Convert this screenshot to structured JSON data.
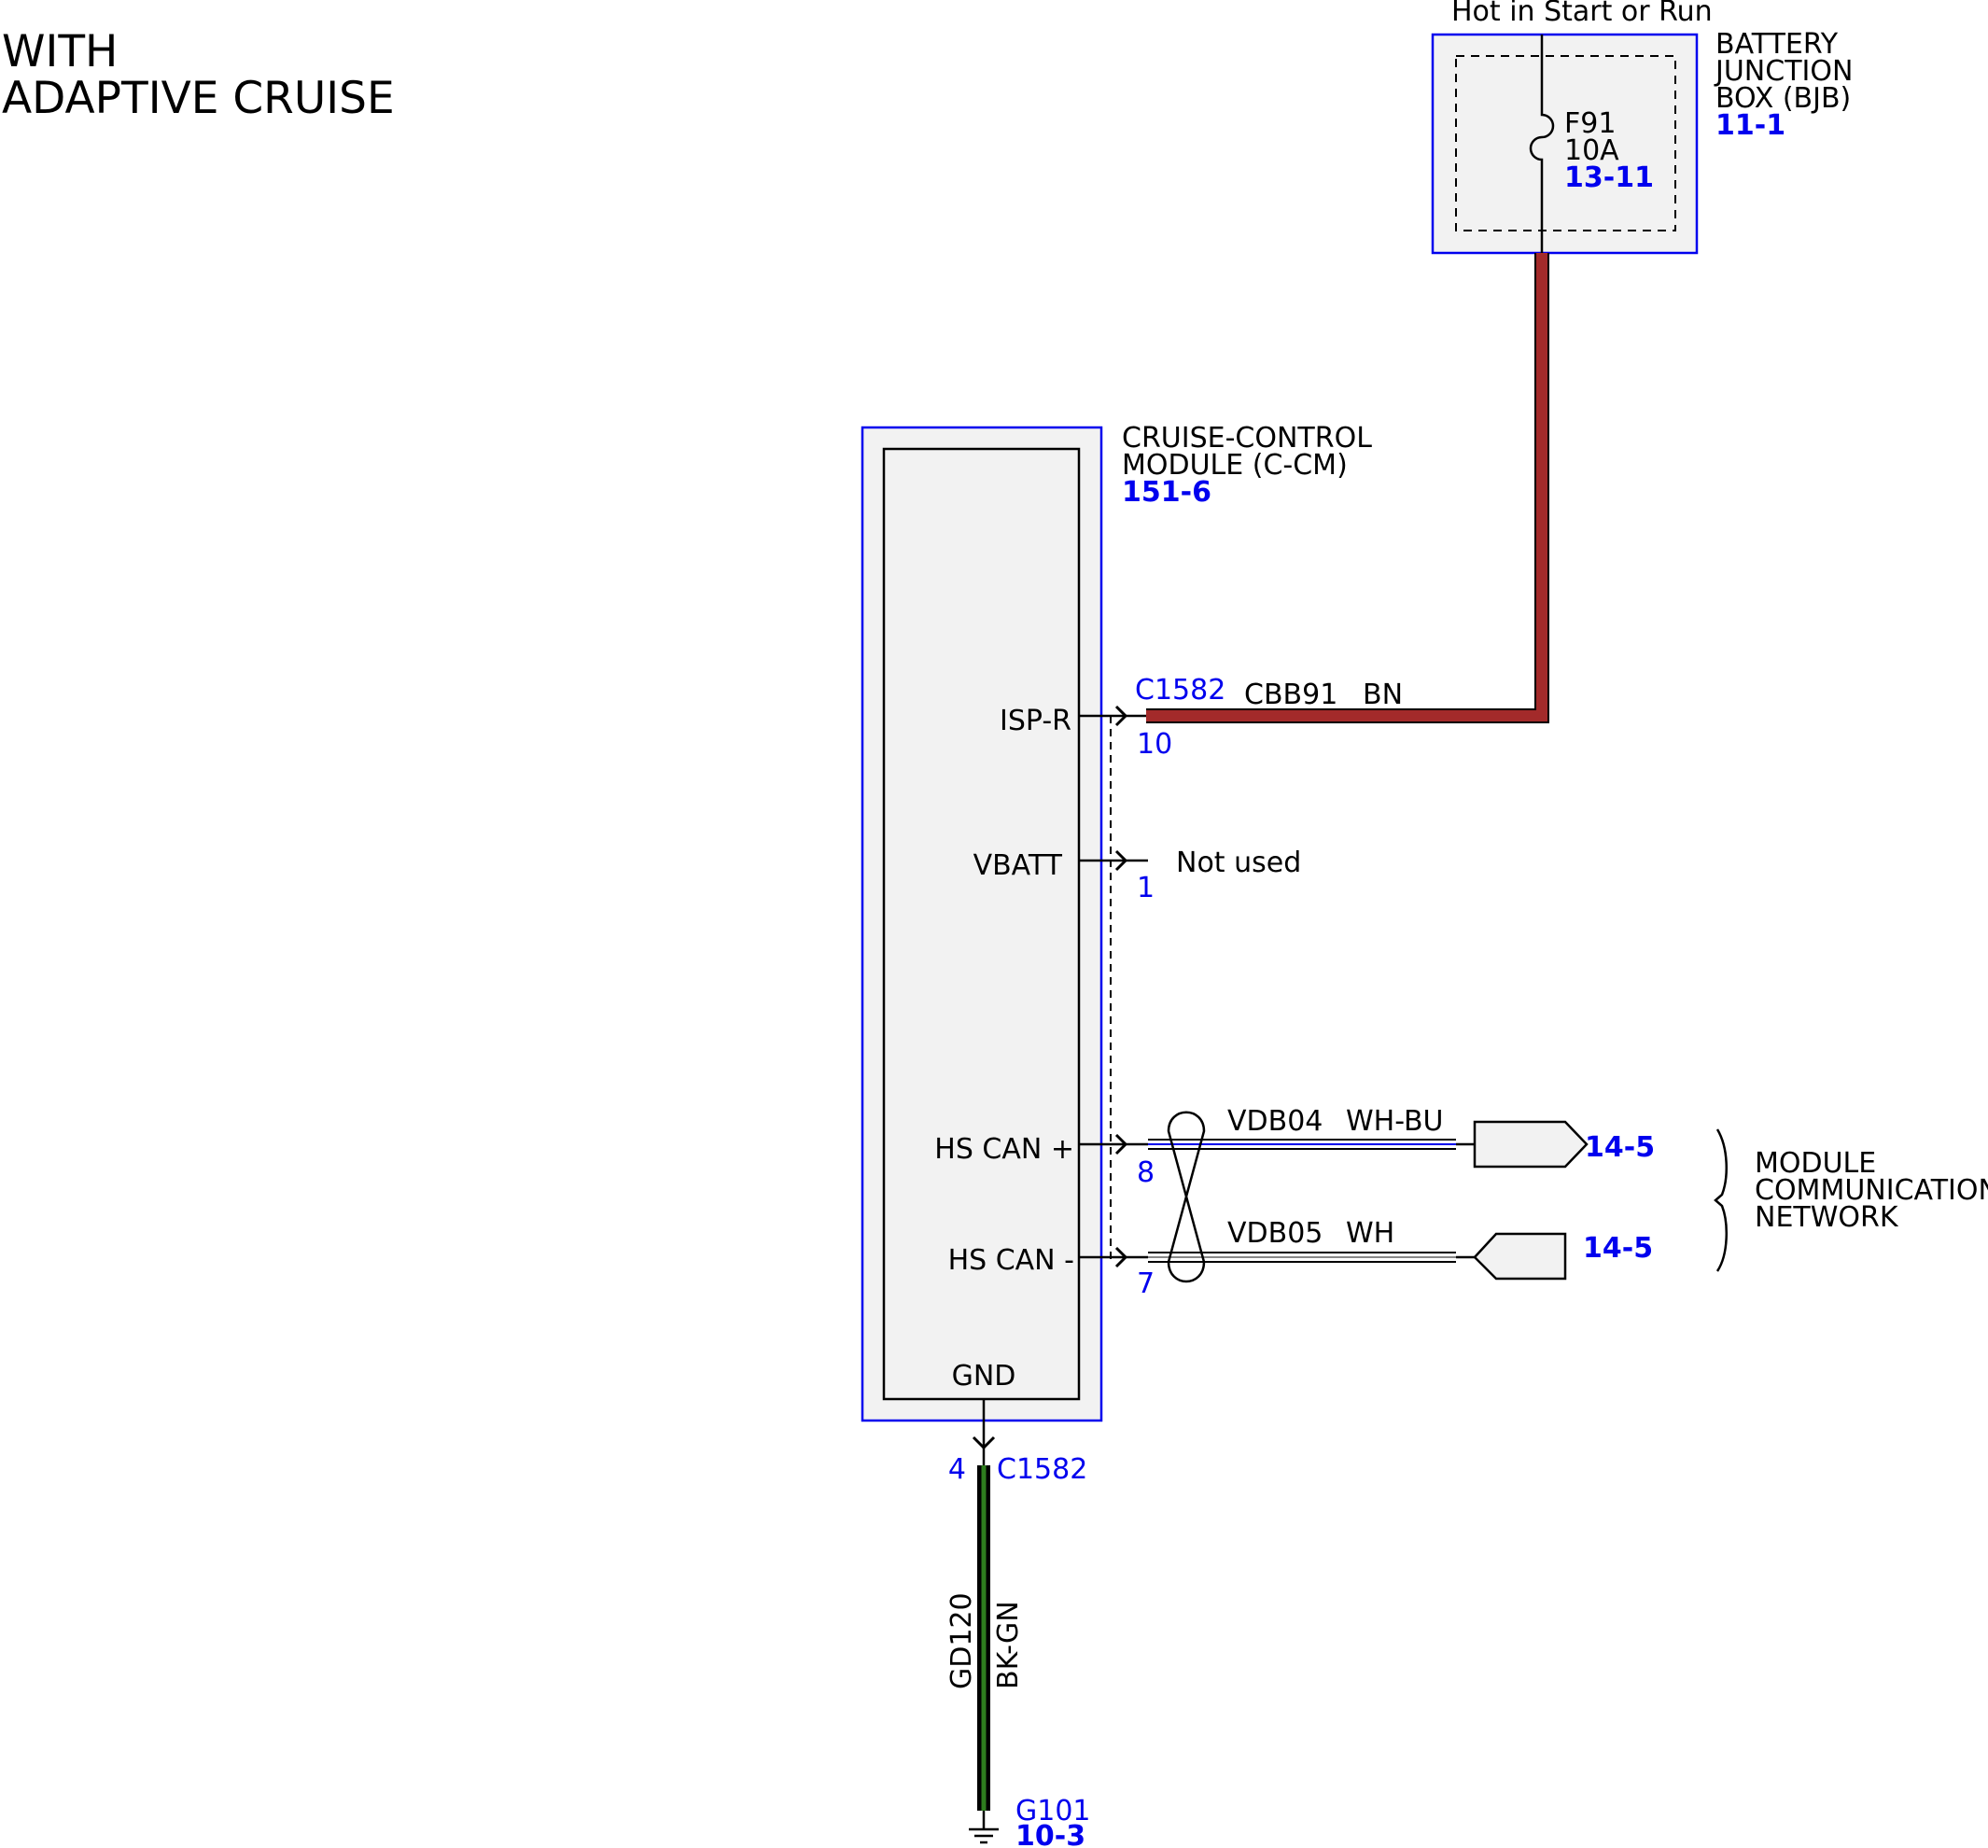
{
  "title": {
    "line1": "WITH",
    "line2": "ADAPTIVE CRUISE"
  },
  "power": {
    "label": "Hot in Start or Run"
  },
  "bjb": {
    "name_line1": "BATTERY",
    "name_line2": "JUNCTION",
    "name_line3": "BOX (BJB)",
    "ref": "11-1",
    "fuse_id": "F91",
    "fuse_rating": "10A",
    "fuse_ref": "13-11"
  },
  "module": {
    "name_line1": "CRUISE-CONTROL",
    "name_line2": "MODULE (C-CM)",
    "ref": "151-6",
    "connector": "C1582",
    "pins": [
      {
        "label": "ISP-R",
        "pin": "10"
      },
      {
        "label": "VBATT",
        "pin": "1"
      },
      {
        "label": "HS CAN +",
        "pin": "8"
      },
      {
        "label": "HS CAN -",
        "pin": "7"
      },
      {
        "label": "GND",
        "pin": "4"
      }
    ]
  },
  "wires": {
    "power": {
      "circuit": "CBB91",
      "color": "BN"
    },
    "not_used": "Not used",
    "can_high": {
      "circuit": "VDB04",
      "color": "WH-BU",
      "ref": "14-5"
    },
    "can_low": {
      "circuit": "VDB05",
      "color": "WH",
      "ref": "14-5"
    },
    "ground": {
      "circuit": "GD120",
      "color": "BK-GN"
    }
  },
  "network": {
    "line1": "MODULE",
    "line2": "COMMUNICATIONS",
    "line3": "NETWORK"
  },
  "ground_point": {
    "id": "G101",
    "ref": "10-3"
  },
  "colors": {
    "component_outline": "#0000ee",
    "module_fill": "#f2f2f2",
    "power_wire": "#a32a2a",
    "ground_wire": "#2e7d1e",
    "can_wire_accent": "#0000ee",
    "reference_text": "#0000ee"
  }
}
